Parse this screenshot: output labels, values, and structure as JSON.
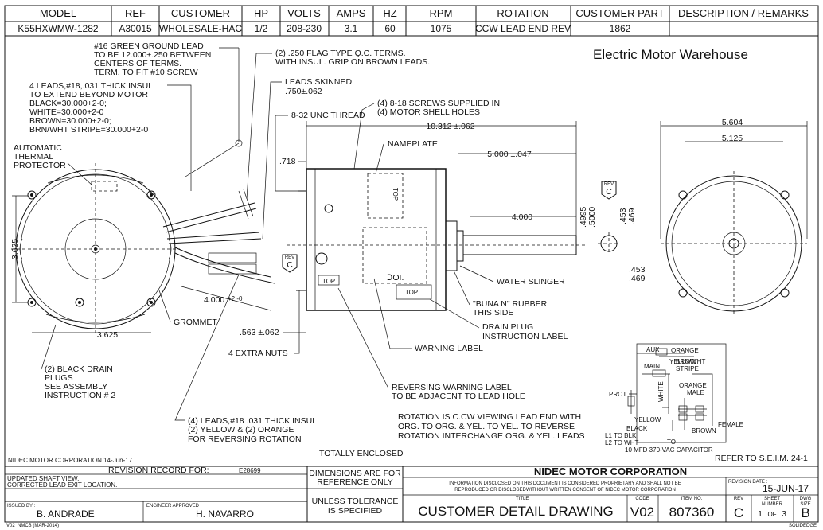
{
  "header_table": {
    "columns": [
      "MODEL",
      "REF",
      "CUSTOMER",
      "HP",
      "VOLTS",
      "AMPS",
      "HZ",
      "RPM",
      "ROTATION",
      "CUSTOMER PART",
      "DESCRIPTION / REMARKS"
    ],
    "values": [
      "K55HXWMW-1282",
      "A30015",
      "WHOLESALE-HAC",
      "1/2",
      "208-230",
      "3.1",
      "60",
      "1075",
      "CCW LEAD END REV",
      "1862",
      ""
    ]
  },
  "brand_watermark": "Electric Motor Warehouse",
  "callouts": {
    "ground_lead": [
      "#16 GREEN GROUND LEAD",
      "TO BE 12.000±.250 BETWEEN",
      "CENTERS OF TERMS.",
      "TERM. TO FIT #10 SCREW"
    ],
    "flag_terms": [
      "(2) .250 FLAG TYPE Q.C. TERMS.",
      "WITH INSUL. GRIP ON BROWN LEADS."
    ],
    "four_leads": [
      "4 LEADS,#18,.031 THICK INSUL.",
      "TO EXTEND BEYOND MOTOR",
      "BLACK=30.000+2-0;",
      "WHITE=30.000+2-0",
      "BROWN=30.000+2-0;",
      "BRN/WHT STRIPE=30.000+2-0"
    ],
    "leads_skinned": [
      "LEADS SKINNED",
      ".750±.062"
    ],
    "screws": [
      "(4) 8-18 SCREWS SUPPLIED IN",
      "(4) MOTOR SHELL HOLES"
    ],
    "unc_thread": "8-32 UNC THREAD",
    "thermal_protector": [
      "AUTOMATIC",
      "THERMAL",
      "PROTECTOR"
    ],
    "nameplate": "NAMEPLATE",
    "water_slinger": "WATER SLINGER",
    "buna_rubber": [
      "\"BUNA N\" RUBBER",
      "THIS SIDE"
    ],
    "drain_plug_label": [
      "DRAIN PLUG",
      "INSTRUCTION LABEL"
    ],
    "warning_label": "WARNING LABEL",
    "grommet": "GROMMET",
    "extra_nuts": "4 EXTRA NUTS",
    "drain_plugs": [
      "(2) BLACK DRAIN",
      "PLUGS",
      "SEE ASSEMBLY",
      "INSTRUCTION # 2"
    ],
    "reversing_label": [
      "REVERSING WARNING LABEL",
      "TO BE ADJACENT TO LEAD HOLE"
    ],
    "reversing_leads": [
      "(4) LEADS,#18 .031 THICK INSUL.",
      "(2) YELLOW & (2) ORANGE",
      "FOR REVERSING ROTATION"
    ],
    "rotation_note": [
      "ROTATION IS C.CW VIEWING LEAD END WITH",
      "ORG. TO ORG. & YEL. TO YEL. TO REVERSE",
      "ROTATION INTERCHANGE ORG. & YEL. LEADS"
    ],
    "totally_enclosed": "TOTALLY ENCLOSED",
    "refer_seim": "REFER TO S.E.I.M. 24-1",
    "nidec_date_note": "NIDEC MOTOR CORPORATION 14-Jun-17"
  },
  "dimensions": {
    "d_3625_v": "3.625",
    "d_3625_h": "3.625",
    "d_4000_lead": "4.000",
    "d_4000_tol": "+2 -0",
    "d_718": ".718",
    "d_10312": "10.312 ±.062",
    "d_5000": "5.000 ±.047",
    "d_4000": "4.000",
    "d_4995": ".4995",
    "d_5000b": ".5000",
    "d_453a": ".453",
    "d_469a": ".469",
    "d_453b": ".453",
    "d_469b": ".469",
    "d_563": ".563 ±.062",
    "d_5604": "5.604",
    "d_5125": "5.125"
  },
  "part_marks": {
    "top1": "TOP",
    "top2": "TOP",
    "top3": "TOP",
    "rev_c": "C",
    "rev_word": "REV",
    "stamp": "ꓛOI."
  },
  "wiring": {
    "yellow_top": "YELLOW",
    "aux": "AUX",
    "orange": "ORANGE",
    "main": "MAIN",
    "brn_wht": [
      "BRN/WHT",
      "STRIPE"
    ],
    "white": "WHITE",
    "orange_male": [
      "ORANGE",
      "MALE"
    ],
    "prot": "PROT.",
    "yellow_bottom": "YELLOW",
    "brown": "BROWN",
    "female": "FEMALE",
    "black": [
      "BLACK",
      "L1 TO BLK",
      "L2 TO WHT"
    ],
    "to": "TO",
    "capacitor": "10 MFD 370-VAC CAPACITOR"
  },
  "title_block": {
    "revision_record": "REVISION RECORD FOR:",
    "revision_code": "E28699",
    "rev_lines": [
      "UPDATED SHAFT VIEW.",
      "CORRECTED LEAD EXIT LOCATION."
    ],
    "issued_by_label": "ISSUED BY :",
    "issued_by": "B. ANDRADE",
    "engineer_label": "ENGINEER APPROVED :",
    "engineer": "H. NAVARRO",
    "dims_note": [
      "DIMENSIONS ARE FOR",
      "REFERENCE ONLY"
    ],
    "tolerance_note": [
      "UNLESS TOLERANCE",
      "IS SPECIFIED"
    ],
    "company": "NIDEC MOTOR CORPORATION",
    "proprietary": [
      "INFORMATION DISCLOSED ON THIS DOCUMENT IS CONSIDERED PROPRIETARY AND SHALL NOT BE",
      "REPRODUCED OR DISCLOSEDWITHOUT WRITTEN CONSENT OF NIDEC MOTOR CORPORATION"
    ],
    "revision_date_label": "REVISION DATE :",
    "revision_date": "15-JUN-17",
    "title_label": "TITLE",
    "title": "CUSTOMER DETAIL DRAWING",
    "code_label": "CODE",
    "code": "V02",
    "item_label": "ITEM NO.",
    "item": "807360",
    "rev_label": "REV",
    "rev": "C",
    "sheet_label": [
      "SHEET",
      "NUMBER"
    ],
    "sheet": "1",
    "sheet_of": "OF",
    "sheet_total": "3",
    "dwg_label": [
      "DWG",
      "SIZE"
    ],
    "dwg": "B",
    "form_code": "V02_NMCB (MAR-2014)",
    "solidedge": "SOLIDEDGE"
  }
}
